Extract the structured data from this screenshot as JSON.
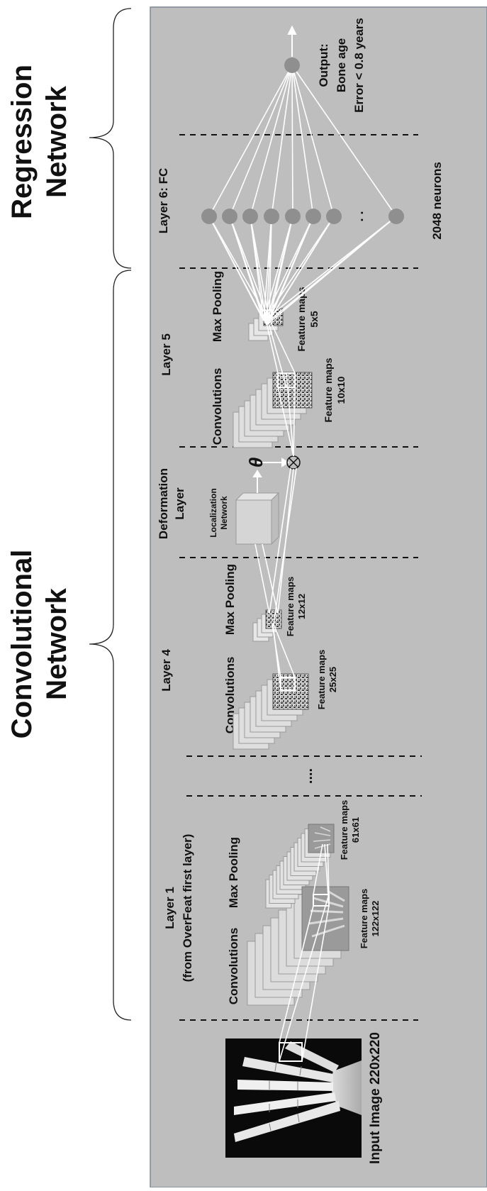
{
  "colors": {
    "panel_fill": "#bebebe",
    "panel_border": "#7d8796",
    "node_fill": "#8f8f8f",
    "line_white": "#ffffff",
    "dashed_line": "#111111",
    "text": "#111111"
  },
  "headings": {
    "conv_line1": "Convolutional",
    "conv_line2": "Network",
    "reg_line1": "Regression",
    "reg_line2": "Network"
  },
  "input": {
    "label": "Input Image 220x220"
  },
  "layer1": {
    "title_line1": "Layer 1",
    "title_line2": "(from OverFeat first layer)",
    "conv_label": "Convolutions",
    "pool_label": "Max Pooling",
    "fm1_line1": "Feature maps",
    "fm1_line2": "122x122",
    "fm2_line1": "Feature maps",
    "fm2_line2": "61x61"
  },
  "ellipsis": "....",
  "layer4": {
    "title": "Layer 4",
    "conv_label": "Convolutions",
    "pool_label": "Max Pooling",
    "fm1_line1": "Feature maps",
    "fm1_line2": "25x25",
    "fm2_line1": "Feature maps",
    "fm2_line2": "12x12"
  },
  "deformation": {
    "title_line1": "Deformation",
    "title_line2": "Layer",
    "loc_line1": "Localization",
    "loc_line2": "Network",
    "theta": "θ",
    "otimes": "⊗"
  },
  "layer5": {
    "title": "Layer 5",
    "conv_label": "Convolutions",
    "pool_label": "Max Pooling",
    "fm1_line1": "Feature maps",
    "fm1_line2": "10x10",
    "fm2_line1": "Feature maps",
    "fm2_line2": "5x5"
  },
  "layer6": {
    "title": "Layer 6: FC",
    "neurons": "2048 neurons",
    "dots": ". ."
  },
  "output": {
    "line1": "Output:",
    "line2": "Bone age",
    "line3": "Error < 0.8 years"
  }
}
